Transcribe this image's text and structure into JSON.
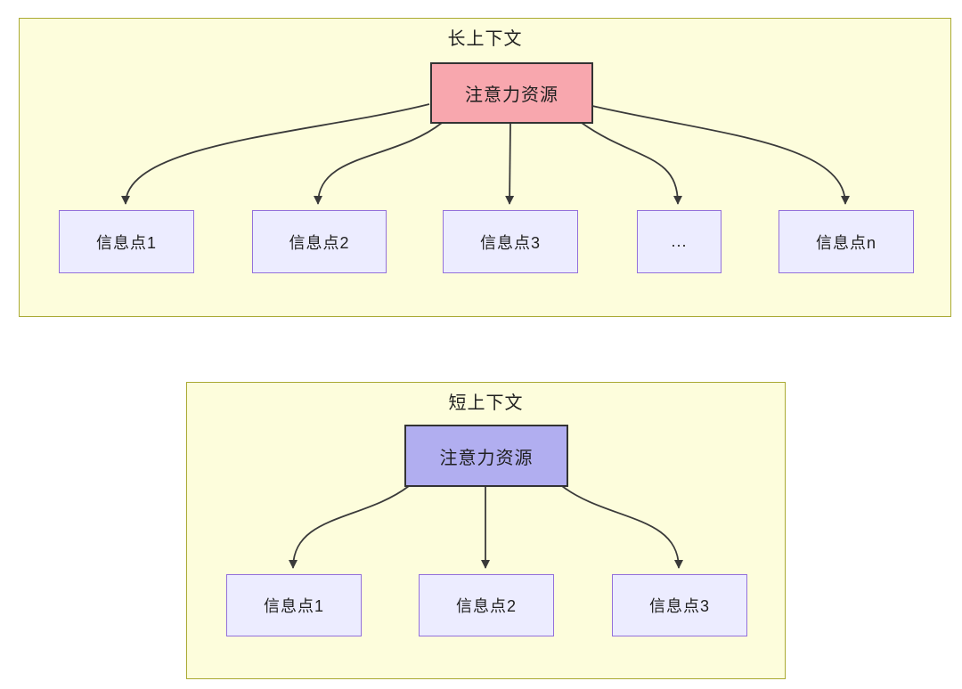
{
  "clusters": [
    {
      "title": "长上下文",
      "root_label": "注意力资源",
      "children": [
        "信息点1",
        "信息点2",
        "信息点3",
        "...",
        "信息点n"
      ]
    },
    {
      "title": "短上下文",
      "root_label": "注意力资源",
      "children": [
        "信息点1",
        "信息点2",
        "信息点3"
      ]
    }
  ],
  "colors": {
    "canvas-bg": "#ffffff",
    "cluster-fill": "#fdfddc",
    "cluster-border": "#aaaa33",
    "node-fill": "#ececff",
    "node-border": "#9370db",
    "root-long-fill": "#f8a7ae",
    "root-short-fill": "#b1aef0",
    "root-border": "#333333",
    "edge": "#3a3a3a",
    "text": "#1f1f1f"
  }
}
